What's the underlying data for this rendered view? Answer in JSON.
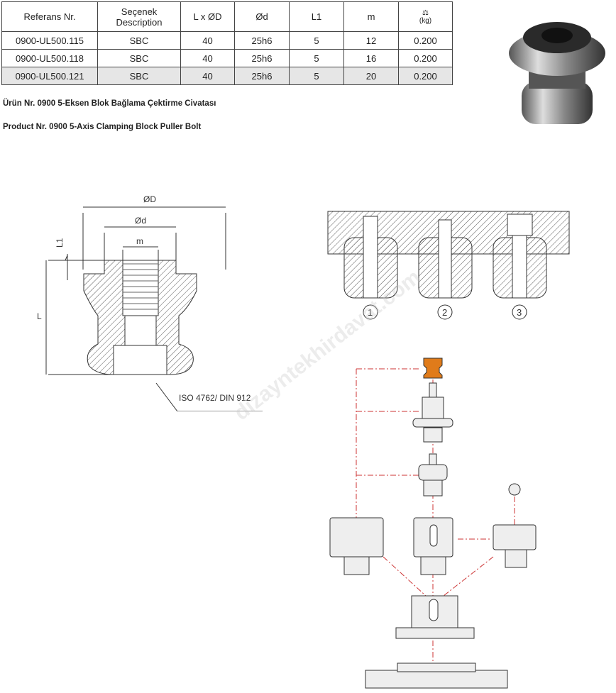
{
  "table": {
    "headers": [
      "Referans Nr.",
      "Seçenek",
      "Description",
      "L x ØD",
      "Ød",
      "L1",
      "m",
      "(kg)"
    ],
    "rows": [
      [
        "0900-UL500.115",
        "SBC",
        "40",
        "25h6",
        "5",
        "12",
        "0.200"
      ],
      [
        "0900-UL500.118",
        "SBC",
        "40",
        "25h6",
        "5",
        "16",
        "0.200"
      ],
      [
        "0900-UL500.121",
        "SBC",
        "40",
        "25h6",
        "5",
        "20",
        "0.200"
      ]
    ]
  },
  "title_tr": "Ürün Nr. 0900  5-Eksen Blok Bağlama Çektirme Civatası",
  "title_en": "Product Nr. 0900  5-Axis Clamping Block Puller Bolt",
  "drawing": {
    "dim_D": "ØD",
    "dim_d": "Ød",
    "dim_m": "m",
    "dim_L1": "L1",
    "dim_L": "L",
    "screw_note": "ISO 4762/ DIN 912"
  },
  "variants": [
    "1",
    "2",
    "3"
  ],
  "watermark": "dizayntekhirdavat.com",
  "colors": {
    "accent": "#e07b1a"
  }
}
